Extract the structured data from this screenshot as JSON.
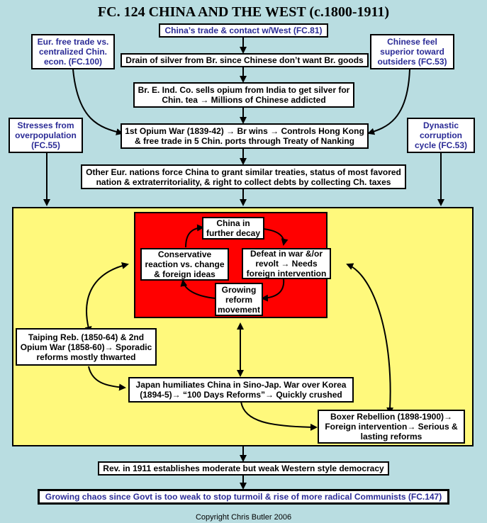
{
  "title": "FC. 124 CHINA AND THE WEST (c.1800-1911)",
  "boxes": {
    "trade_contact": "China’s trade & contact w/West (FC.81)",
    "free_trade": "Eur. free trade vs. centralized Chin. econ. (FC.100)",
    "chinese_superior": "Chinese feel superior toward outsiders (FC.53)",
    "drain_silver": "Drain of silver from Br. since Chinese don’t want Br. goods",
    "opium_sells": "Br. E. Ind. Co. sells opium from India to get silver for Chin. tea → Millions of Chinese addicted",
    "stresses": "Stresses from overpopulation (FC.55)",
    "dynastic": "Dynastic corruption cycle (FC.53)",
    "opium_war": "1st Opium War (1839-42) → Br wins → Controls Hong Kong & free trade in 5 Chin. ports through Treaty of Nanking",
    "other_nations": "Other Eur. nations force China to grant similar treaties, status of most favored nation & extraterritoriality, & right to collect debts by collecting Ch. taxes",
    "china_decay": "China in further decay",
    "conservative": "Conservative reaction vs. change & foreign ideas",
    "defeat": "Defeat in war &/or revolt → Needs foreign intervention",
    "growing_reform": "Growing reform movement",
    "taiping": "Taiping Reb. (1850-64) & 2nd Opium War (1858-60)→ Sporadic reforms mostly thwarted",
    "japan": "Japan humiliates China in Sino-Jap. War over Korea (1894-5)→ “100 Days Reforms”→ Quickly crushed",
    "boxer": "Boxer Rebellion (1898-1900)→ Foreign intervention→ Serious & lasting reforms",
    "rev_1911": "Rev. in 1911 establishes moderate but weak Western style democracy",
    "chaos": "Growing chaos since Govt is too weak to stop turmoil & rise of more radical Communists (FC.147)"
  },
  "copyright": "Copyright Chris Butler 2006",
  "colors": {
    "background": "#b9dde1",
    "panel": "#fff97c",
    "cycle": "#ff0000",
    "link_text": "#2b2b96"
  }
}
